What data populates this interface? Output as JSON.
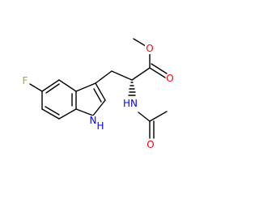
{
  "atoms": {
    "fluorine": {
      "symbol": "F",
      "color": "#8CB822"
    },
    "indole_nh": {
      "symbol": "N",
      "suffix": "H",
      "color": "#0000FF"
    },
    "amide_nh": {
      "symbol": "HN",
      "color": "#0000FF"
    },
    "ester_o_single": {
      "symbol": "O",
      "color": "#FF0000"
    },
    "ester_o_double": {
      "symbol": "O",
      "color": "#FF0000"
    },
    "amide_o_double": {
      "symbol": "O",
      "color": "#FF0000"
    }
  },
  "stereo": {
    "alpha_carbon": "hashed-wedge"
  }
}
